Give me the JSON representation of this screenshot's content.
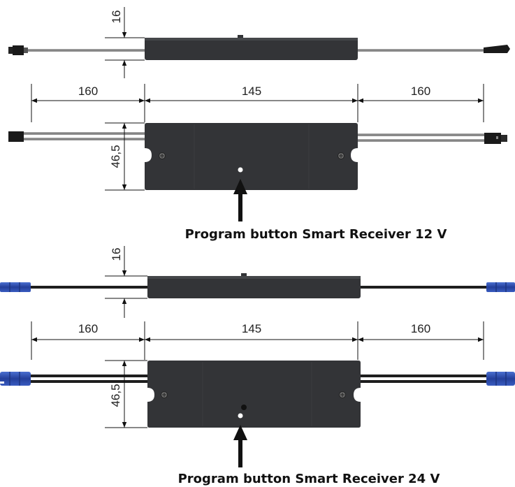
{
  "receiver_12v": {
    "height_label": "16",
    "left_cable_label": "160",
    "body_width_label": "145",
    "right_cable_label": "160",
    "body_depth_label": "46,5",
    "caption": "Program button Smart Receiver 12 V"
  },
  "receiver_24v": {
    "height_label": "16",
    "left_cable_label": "160",
    "body_width_label": "145",
    "right_cable_label": "160",
    "body_depth_label": "46,5",
    "caption": "Program button Smart Receiver 24 V"
  },
  "colors": {
    "housing": "#333437",
    "cable_grey": "#8a8a8a",
    "cable_black": "#1e1e1e",
    "connector_blue": "#2d4fb0",
    "dimension_line": "#111111"
  }
}
